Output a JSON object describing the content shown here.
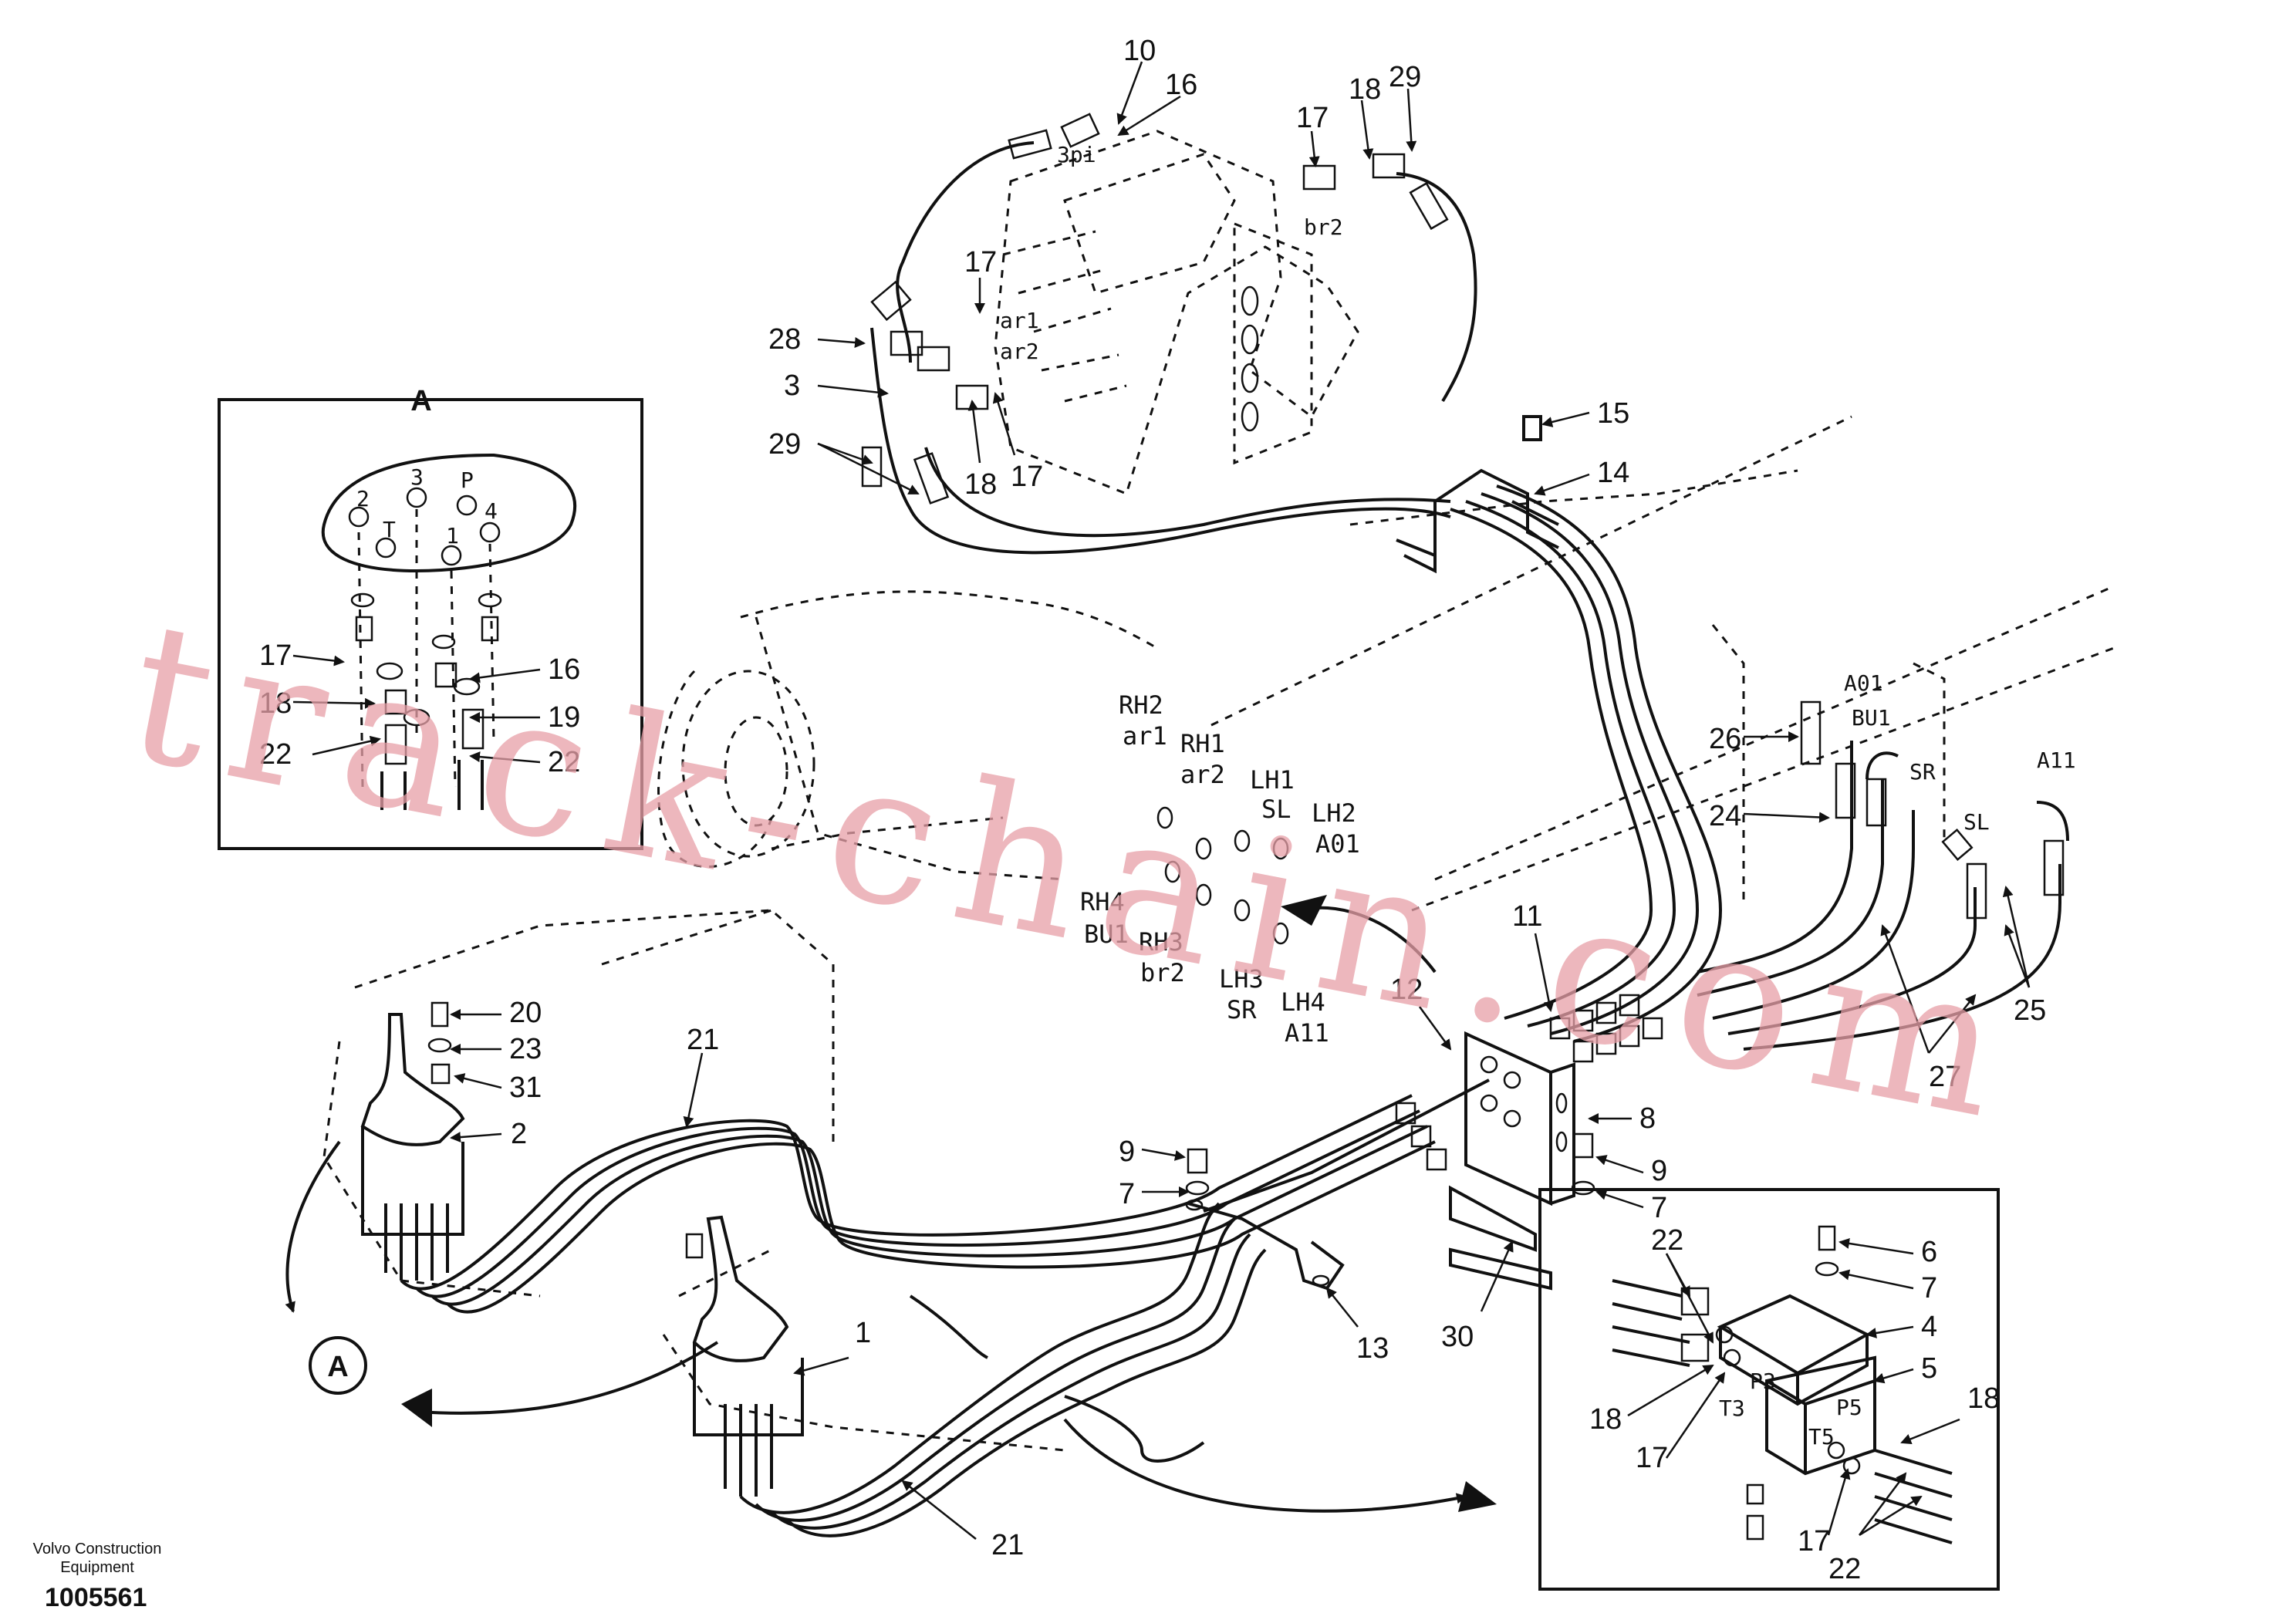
{
  "callouts": {
    "c10": "10",
    "c16a": "16",
    "c18a": "18",
    "c29a": "29",
    "c17a": "17",
    "c17b": "17",
    "c28": "28",
    "c3": "3",
    "c29b": "29",
    "c18b": "18",
    "c17c": "17",
    "c15": "15",
    "c14": "14",
    "c26": "26",
    "c24": "24",
    "c25": "25",
    "c27": "27",
    "c11": "11",
    "c12": "12",
    "c8": "8",
    "c9a": "9",
    "c7a": "7",
    "c9b": "9",
    "c7b": "7",
    "c30": "30",
    "c13": "13",
    "c20": "20",
    "c23": "23",
    "c31": "31",
    "c2": "2",
    "c21a": "21",
    "c1": "1",
    "c21b": "21",
    "inset_a": {
      "title": "A",
      "c17": "17",
      "c18": "18",
      "c22a": "22",
      "c16": "16",
      "c19": "19",
      "c22b": "22"
    },
    "inset_b": {
      "c22": "22",
      "c6": "6",
      "c7": "7",
      "c4": "4",
      "c5": "5",
      "c18a": "18",
      "c17a": "17",
      "c18b": "18",
      "c17b": "17",
      "c22b": "22"
    }
  },
  "port_labels": {
    "pi3": "3pi",
    "br2": "br2",
    "ar1": "ar1",
    "ar2": "ar2",
    "a01": "A01",
    "bu1": "BU1",
    "sr": "SR",
    "sl": "SL",
    "a11": "A11",
    "rh2": "RH2",
    "rh2s": "ar1",
    "rh1": "RH1",
    "rh1s": "ar2",
    "lh1": "LH1",
    "lh1s": "SL",
    "lh2": "LH2",
    "lh2s": "A01",
    "rh4": "RH4",
    "rh4s": "BU1",
    "rh3": "RH3",
    "rh3s": "br2",
    "lh3": "LH3",
    "lh3s": "SR",
    "lh4": "LH4",
    "lh4s": "A11",
    "a_p2": "2",
    "a_p3": "3",
    "a_pp": "P",
    "a_p4": "4",
    "a_pt": "T",
    "a_p1": "1",
    "b_p3": "P3",
    "b_t3": "T3",
    "b_p5": "P5",
    "b_t5": "T5"
  },
  "view_marker": "A",
  "watermark": "track-chain.com",
  "footer": {
    "company": "Volvo Construction Equipment",
    "drawing_number": "1005561"
  }
}
